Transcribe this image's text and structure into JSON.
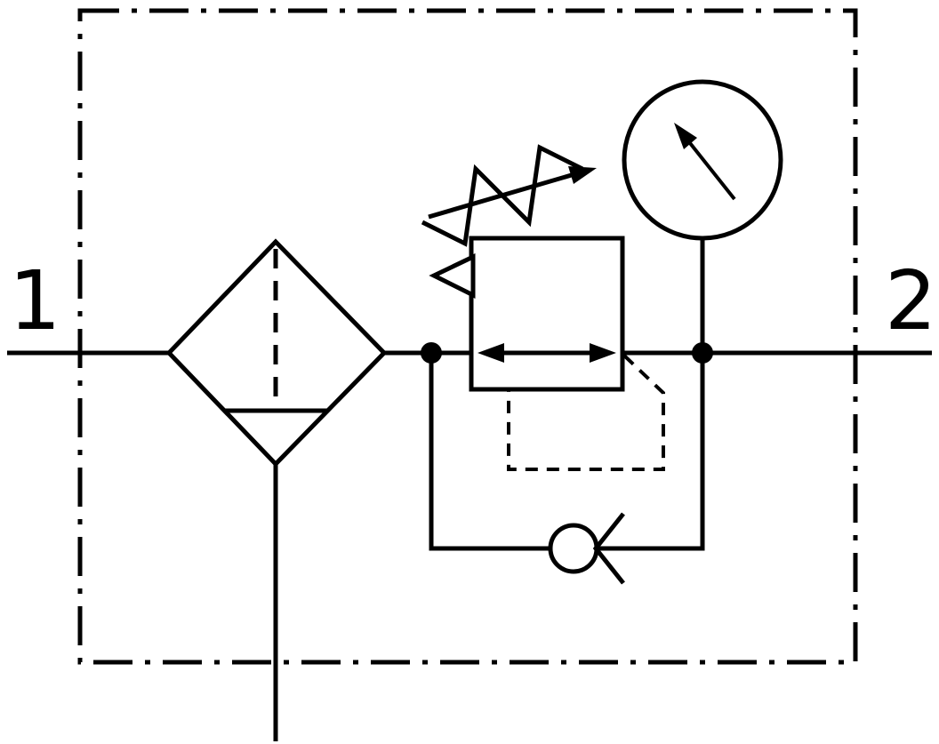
{
  "diagram": {
    "type": "pneumatic-circuit-schematic",
    "background_color": "#ffffff",
    "line_color": "#000000",
    "ports": {
      "left": {
        "label": "1"
      },
      "right": {
        "label": "2"
      }
    },
    "components": [
      {
        "name": "enclosure-boundary",
        "style": "dash-dot-rectangle"
      },
      {
        "name": "main-flow-line",
        "style": "solid"
      },
      {
        "name": "filter-water-separator",
        "shape": "diamond-with-dashed-centerline-and-separator-chord"
      },
      {
        "name": "drain-line",
        "style": "solid-vertical-exiting-bottom"
      },
      {
        "name": "pressure-regulator",
        "shape": "square-with-double-headed-flow-arrow"
      },
      {
        "name": "spring-adjustment",
        "shape": "zigzag-spring-with-adjustment-arrow"
      },
      {
        "name": "pilot-relief-vent",
        "shape": "open-triangle-left-of-regulator"
      },
      {
        "name": "pilot-feedback-line",
        "style": "dashed-loop-below-regulator"
      },
      {
        "name": "check-valve-bypass",
        "shape": "circle-with-seat-on-lower-bypass-line"
      },
      {
        "name": "pressure-gauge",
        "shape": "circle-with-needle-arrow"
      },
      {
        "name": "junction-dots",
        "count": 2
      }
    ]
  }
}
